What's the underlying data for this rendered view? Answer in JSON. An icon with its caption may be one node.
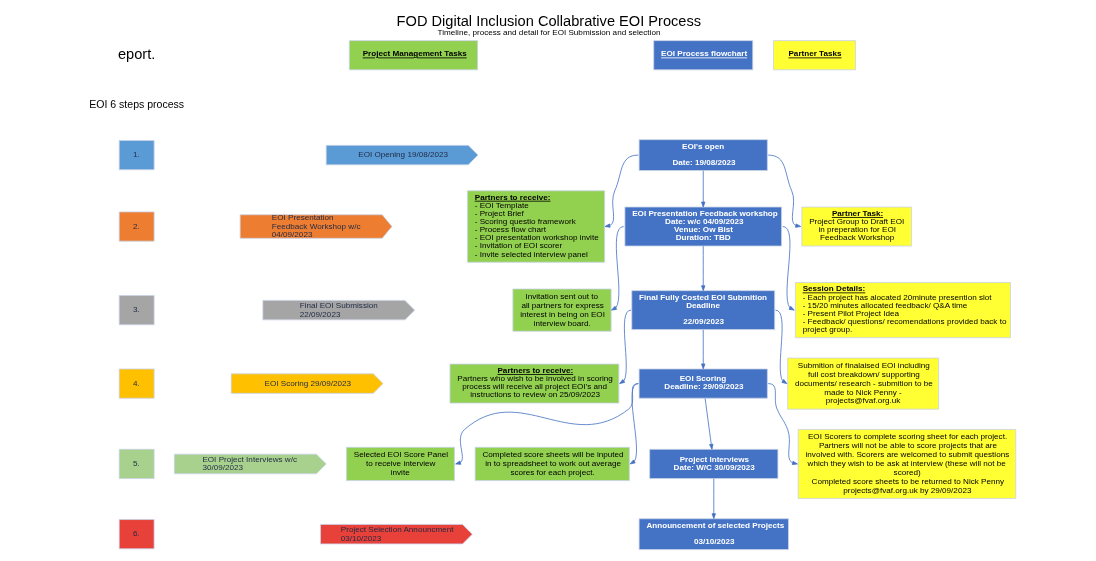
{
  "diagram": {
    "title": "FOD Digital Inclusion Collabrative EOI Process",
    "caption": "Timeline, process and detail for EOI Submission and selection",
    "nodes": [
      {
        "text": [
          "1."
        ]
      },
      {
        "text": [
          "EOI Opening 19/08/2023"
        ]
      },
      {
        "text": [
          "2."
        ]
      },
      {
        "text": [
          "EOI Presentation Feedback Workshop w/c 04/09/2023"
        ]
      },
      {
        "text": [
          "3."
        ]
      },
      {
        "text": [
          "Final EOI Submission 22/09/2023"
        ]
      },
      {
        "text": [
          "4."
        ]
      },
      {
        "text": [
          "EOI Scoring 29/09/2023"
        ]
      },
      {
        "text": [
          "5."
        ]
      },
      {
        "text": [
          "EOI Project Interviews w/c 30/09/2023"
        ]
      },
      {
        "text": [
          "6."
        ]
      },
      {
        "text": [
          "Project Selection Announcment 03/10/2023"
        ]
      },
      {
        "text": [
          "Project Management Tasks"
        ]
      },
      {
        "text": [
          "EOI Process flowchart"
        ]
      },
      {
        "text": [
          "Partner Tasks"
        ]
      },
      {
        "text": [
          "Partners to receive:",
          "- EOI Template",
          "- Project Brief",
          "- Scoring questio framework",
          "- Process flow chart",
          "- EOI presentation workshop invite",
          "- Invitation of EOI scorer",
          "- Invite selected interview panel"
        ]
      },
      {
        "text": [
          "EOI's open",
          "Date: 19/08/2023"
        ]
      },
      {
        "text": [
          "Partner Task:",
          "Project Group to Draft EOI in preperation for EOI Feedback Workshop"
        ]
      },
      {
        "text": [
          "Invitation sent out to all partners for express interest in being on EOI interview board."
        ]
      },
      {
        "text": [
          "EOI Presentation Feedback workshop",
          "Date: w/c 04/09/2023",
          "Venue: Ow Bist",
          "Duration: TBD"
        ]
      },
      {
        "text": [
          "Session Details:",
          "- Each project has alocated 20minute presention slot",
          "- 15/20 minutes allocated feedback/ Q&A time",
          "- Present Pilot Project Idea",
          "- Feedback/ questions/ recomendations provided back to project group."
        ]
      },
      {
        "text": [
          "Final Fully Costed EOI Submition Deadline",
          "22/09/2023"
        ]
      },
      {
        "text": [
          "Submition of finalaised EOI including full cost breakdown/ supporting documents/ research - submition to be made to Nick Penny - projects@fvaf.org.uk"
        ]
      },
      {
        "text": [
          "Partners to receive:",
          "Partners who wish to be involved in scoring process will receive all project EOI's and instructions to review on 25/09/2023"
        ]
      },
      {
        "text": [
          "EOI Scoring",
          "Deadline: 29/09/2023"
        ]
      },
      {
        "text": [
          "EOI Scorers to complete scoring sheet for each project. Partners will not be able to score projects that are involved with. Scorers are welcomed to submit questions which they wish to be ask at interview (these will not be scored)",
          "Completed score sheets to be returned to Nick Penny projects@fvaf.org.uk by 29/09/2023"
        ]
      },
      {
        "text": [
          "Selected EOI Score Panel to receive interview invite"
        ]
      },
      {
        "text": [
          "Completed score sheets will be inputed in to spreadsheet to work out average scores for each project."
        ]
      },
      {
        "text": [
          "Project Interviews",
          "Date: W/C 30/09/2023"
        ]
      },
      {
        "text": [
          "Announcement of selected Projects",
          "03/10/2023"
        ]
      }
    ],
    "edges": [
      {
        "from": 16,
        "to": 15,
        "arrow": "to"
      },
      {
        "from": 16,
        "to": 17,
        "arrow": "to"
      },
      {
        "from": 16,
        "to": 19,
        "arrow": "to"
      },
      {
        "from": 19,
        "to": 18,
        "arrow": "to"
      },
      {
        "from": 19,
        "to": 20,
        "arrow": "to"
      },
      {
        "from": 19,
        "to": 21,
        "arrow": "to"
      },
      {
        "from": 21,
        "to": 22,
        "arrow": "to"
      },
      {
        "from": 21,
        "to": 23,
        "arrow": "to"
      },
      {
        "from": 21,
        "to": 24,
        "arrow": "to"
      },
      {
        "from": 24,
        "to": 25,
        "arrow": "to"
      },
      {
        "from": 24,
        "to": 26,
        "arrow": "to"
      },
      {
        "from": 24,
        "to": 27,
        "arrow": "to"
      },
      {
        "from": 24,
        "to": 28,
        "arrow": "to"
      },
      {
        "from": 28,
        "to": 29,
        "arrow": "to"
      }
    ],
    "labels": [
      "eport.",
      "EOI 6 steps process"
    ]
  }
}
